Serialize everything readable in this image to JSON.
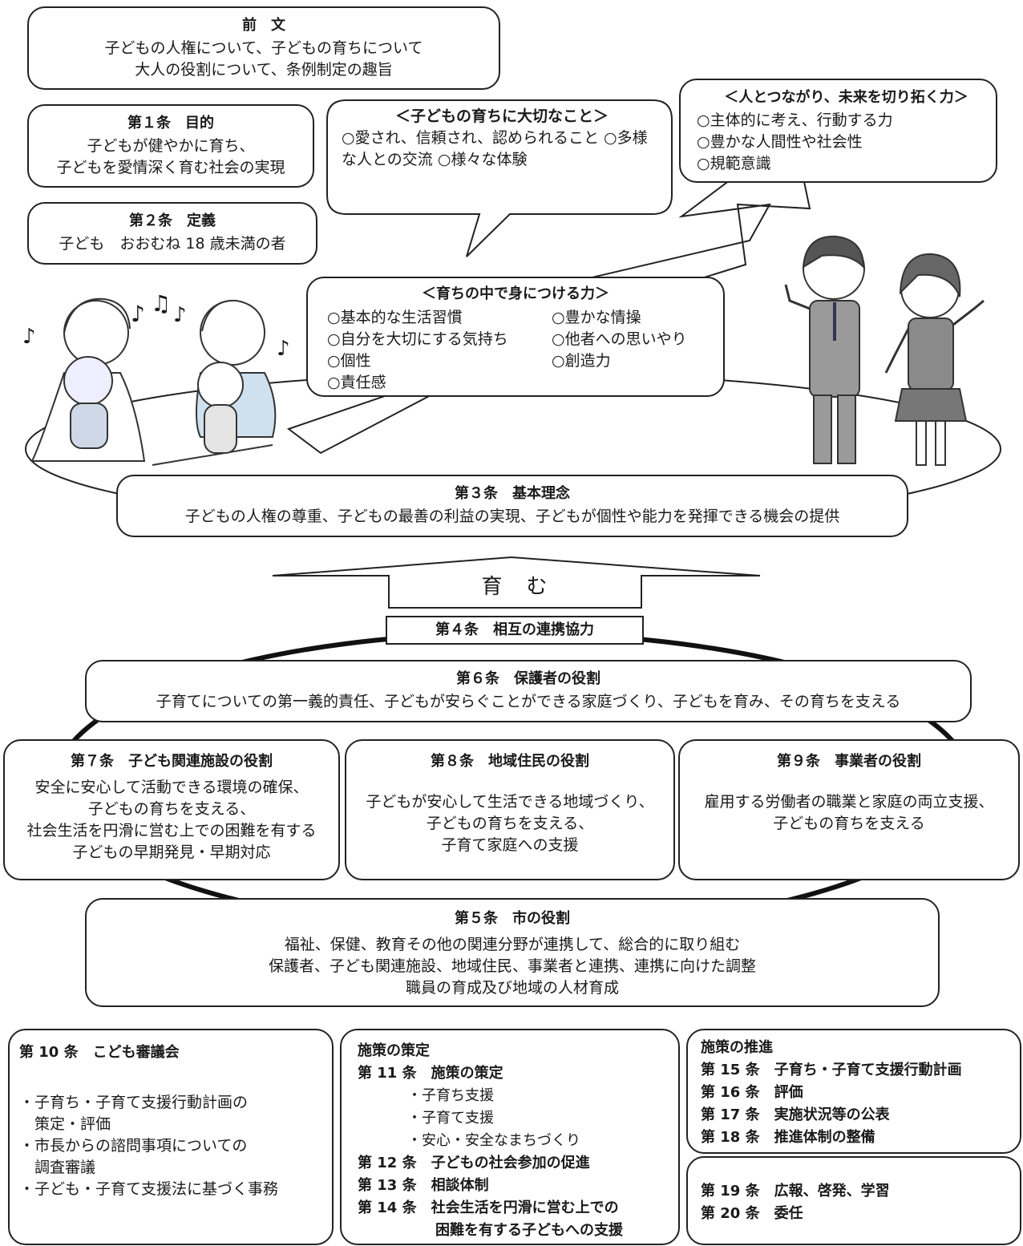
{
  "preamble": {
    "title": "前　文",
    "lines": [
      "子どもの人権について、子どもの育ちについて",
      "大人の役割について、条例制定の趣旨"
    ]
  },
  "art1": {
    "title": "第１条　目的",
    "lines": [
      "子どもが健やかに育ち、",
      "子どもを愛情深く育む社会の実現"
    ]
  },
  "art2": {
    "title": "第２条　定義",
    "lines": [
      "子ども　おおむね 18 歳未満の者"
    ]
  },
  "important": {
    "title": "＜子どもの育ちに大切なこと＞",
    "items": [
      "○愛され、信頼され、認められること",
      "○多様な人との交流",
      "○様々な体験"
    ]
  },
  "future": {
    "title": "＜人とつながり、未来を切り拓く力＞",
    "items": [
      "○主体的に考え、行動する力",
      "○豊かな人間性や社会性",
      "○規範意識"
    ]
  },
  "growth": {
    "title": "＜育ちの中で身につける力＞",
    "left": [
      "○基本的な生活習慣",
      "○自分を大切にする気持ち",
      "○個性",
      "○責任感"
    ],
    "right": [
      "○豊かな情操",
      "○他者への思いやり",
      "○創造力"
    ]
  },
  "art3": {
    "title": "第３条　基本理念",
    "lines": [
      "子どもの人権の尊重、子どもの最善の利益の実現、子どもが個性や能力を発揮できる機会の提供"
    ]
  },
  "nurture": {
    "label": "育　む"
  },
  "art4": {
    "title": "第４条　相互の連携協力"
  },
  "art6": {
    "title": "第６条　保護者の役割",
    "lines": [
      "子育てについての第一義的責任、子どもが安らぐことができる家庭づくり、子どもを育み、その育ちを支える"
    ]
  },
  "art7": {
    "title": "第７条　子ども関連施設の役割",
    "lines": [
      "安全に安心して活動できる環境の確保、",
      "子どもの育ちを支える、",
      "社会生活を円滑に営む上での困難を有する",
      "子どもの早期発見・早期対応"
    ]
  },
  "art8": {
    "title": "第８条　地域住民の役割",
    "lines": [
      "子どもが安心して生活できる地域づくり、",
      "子どもの育ちを支える、",
      "子育て家庭への支援"
    ]
  },
  "art9": {
    "title": "第９条　事業者の役割",
    "lines": [
      "雇用する労働者の職業と家庭の両立支援、",
      "子どもの育ちを支える"
    ]
  },
  "art5": {
    "title": "第５条　市の役割",
    "lines": [
      "福祉、保健、教育その他の関連分野が連携して、総合的に取り組む",
      "保護者、子ども関連施設、地域住民、事業者と連携、連携に向けた調整",
      "職員の育成及び地域の人材育成"
    ]
  },
  "art10": {
    "title": "第 10 条　こども審議会",
    "items": [
      "・子育ち・子育て支援行動計画の",
      "　策定・評価",
      "・市長からの諮問事項についての",
      "　調査審議",
      "・子ども・子育て支援法に基づく事務"
    ]
  },
  "policy_make": {
    "heading": "施策の策定",
    "art11": "第 11 条　施策の策定",
    "subs": [
      "・子育ち支援",
      "・子育て支援",
      "・安心・安全なまちづくり"
    ],
    "art12": "第 12 条　子どもの社会参加の促進",
    "art13": "第 13 条　相談体制",
    "art14a": "第 14 条　社会生活を円滑に営む上での",
    "art14b": "困難を有する子どもへの支援"
  },
  "policy_promote": {
    "heading": "施策の推進",
    "items": [
      "第 15 条　子育ち・子育て支援行動計画",
      "第 16 条　評価",
      "第 17 条　実施状況等の公表",
      "第 18 条　推進体制の整備"
    ]
  },
  "misc": {
    "items": [
      "第 19 条　広報、啓発、学習",
      "第 20 条　委任"
    ]
  },
  "music_notes": [
    "♪",
    "♪",
    "♫",
    "♪",
    "♪"
  ]
}
